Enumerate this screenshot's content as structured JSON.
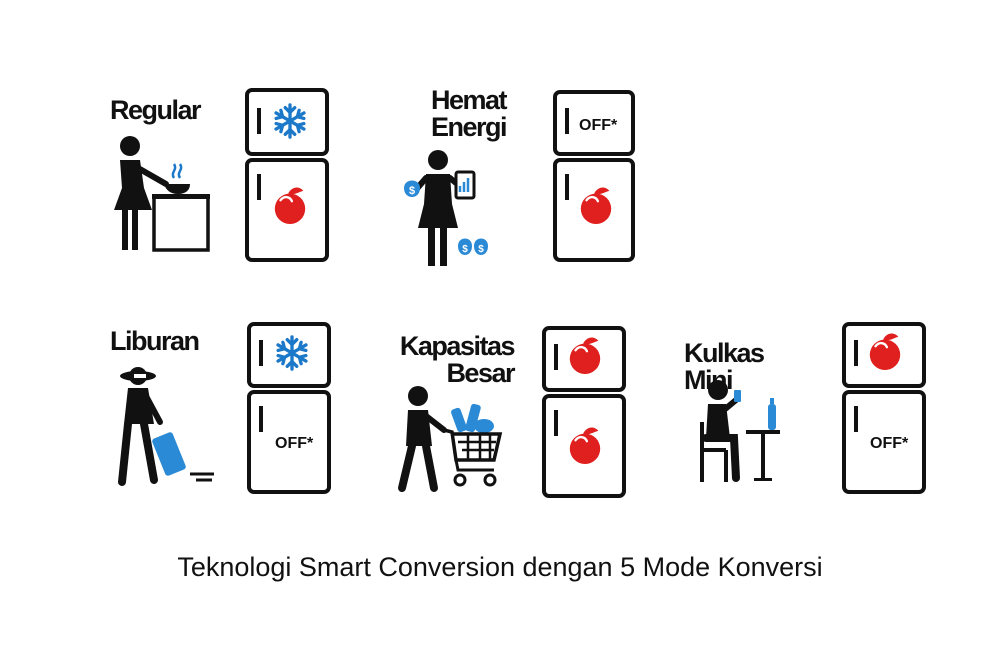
{
  "colors": {
    "ink": "#111111",
    "snowflake": "#1c78c8",
    "fruit": "#e0201e",
    "accent_blue": "#2a8ad6"
  },
  "modes": [
    {
      "name": "Regular",
      "top_compartment": "snowflake-icon",
      "bottom_compartment": "fruit-icon"
    },
    {
      "name_line1": "Hemat",
      "name_line2": "Energi",
      "top_compartment_text": "OFF*",
      "bottom_compartment": "fruit-icon"
    },
    {
      "name": "Liburan",
      "top_compartment": "snowflake-icon",
      "bottom_compartment_text": "OFF*"
    },
    {
      "name_line1": "Kapasitas",
      "name_line2": "Besar",
      "top_compartment": "fruit-icon",
      "bottom_compartment": "fruit-icon"
    },
    {
      "name": "Kulkas Mini",
      "top_compartment": "fruit-icon",
      "bottom_compartment_text": "OFF*"
    }
  ],
  "caption": "Teknologi Smart Conversion dengan 5 Mode Konversi"
}
